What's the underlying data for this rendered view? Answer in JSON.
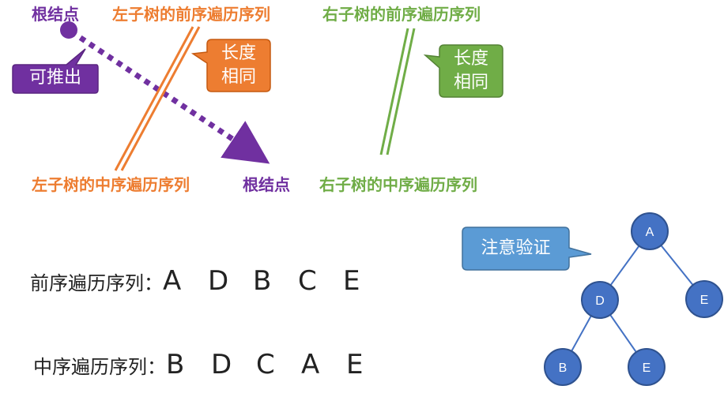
{
  "top": {
    "root_label_top": "根结点",
    "root_label_bottom": "根结点",
    "left_preorder_label": "左子树的前序遍历序列",
    "left_inorder_label": "左子树的中序遍历序列",
    "right_preorder_label": "右子树的前序遍历序列",
    "right_inorder_label": "右子树的中序遍历序列",
    "callout_derive": "可推出",
    "callout_same_length_left": [
      "长度",
      "相同"
    ],
    "callout_same_length_right": [
      "长度",
      "相同"
    ]
  },
  "sequences": {
    "preorder_label": "前序遍历序列：",
    "preorder_values": [
      "A",
      "D",
      "B",
      "C",
      "E"
    ],
    "inorder_label": "中序遍历序列：",
    "inorder_values": [
      "B",
      "D",
      "C",
      "A",
      "E"
    ]
  },
  "tree": {
    "callout": "注意验证",
    "nodes": [
      "A",
      "D",
      "E",
      "B",
      "E"
    ],
    "node_color": "#4472c4"
  },
  "colors": {
    "purple": "#7030a0",
    "orange": "#ed7d31",
    "green": "#70ad47",
    "callout_blue": "#5b9bd5"
  }
}
